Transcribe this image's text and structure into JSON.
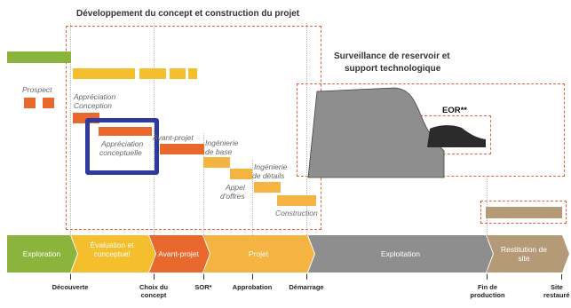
{
  "title": "Développement du concept et construction du projet",
  "surveillance_label_line1": "Surveillance de reservoir et",
  "surveillance_label_line2": "support technologique",
  "eor_label": "EOR**",
  "prospect_label": "Prospect",
  "appreciation_label_line1": "Appréciation",
  "appreciation_label_line2": "Conception",
  "conceptual_label_line1": "Appréciation",
  "conceptual_label_line2": "conceptuelle",
  "avant_projet_bar_label": "Avant-projet",
  "ingenierie_base_line1": "Ingénierie",
  "ingenierie_base_line2": "de base",
  "ingenierie_details_line1": "Ingénierie",
  "ingenierie_details_line2": "de détails",
  "appel_offres_line1": "Appel",
  "appel_offres_line2": "d'offres",
  "construction_label": "Construction",
  "phases": [
    {
      "label": "Exploration",
      "color": "#8ab43c"
    },
    {
      "label": "Évaluation et conceptuel",
      "color": "#f5be2c"
    },
    {
      "label": "Avant-projet",
      "color": "#e8682e"
    },
    {
      "label": "Projet",
      "color": "#f5b441"
    },
    {
      "label": "Exploitation",
      "color": "#8e8e8e"
    },
    {
      "label": "Restitution de site",
      "color": "#b59a78"
    }
  ],
  "milestones": [
    {
      "line1": "Découverte",
      "line2": ""
    },
    {
      "line1": "Choix du",
      "line2": "concept"
    },
    {
      "line1": "SOR*",
      "line2": ""
    },
    {
      "line1": "Approbation",
      "line2": ""
    },
    {
      "line1": "Démarrage",
      "line2": ""
    },
    {
      "line1": "Fin de",
      "line2": "production"
    },
    {
      "line1": "Site",
      "line2": "restauré"
    }
  ],
  "colors": {
    "green": "#8ab43c",
    "yellow": "#f5be2c",
    "orange": "#e8682e",
    "light_orange": "#f5b441",
    "gray": "#8e8e8e",
    "dark_gray": "#2b2b2b",
    "tan": "#b59a78",
    "highlight_blue": "#2e3a9e",
    "dashed_border": "#e8603a"
  }
}
